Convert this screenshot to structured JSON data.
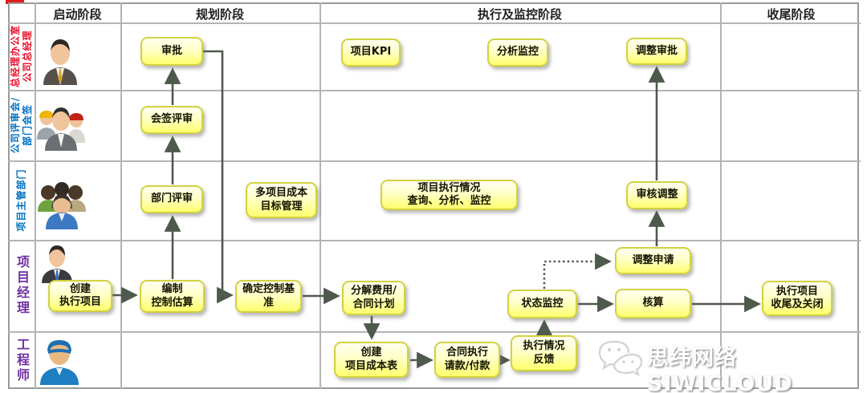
{
  "phases": [
    "启动阶段",
    "规划阶段",
    "执行及监控阶段",
    "收尾阶段"
  ],
  "roles": [
    {
      "label": "总经理办公室\n公司总经理",
      "color": "#e8112d"
    },
    {
      "label": "公司评审会/\n部门会签",
      "color": "#0070c0"
    },
    {
      "label": "项目主管部门",
      "color": "#0070c0"
    },
    {
      "label": "项目经理",
      "color": "#7030a0"
    },
    {
      "label": "工程师",
      "color": "#7030a0"
    }
  ],
  "nodes": {
    "approve": "审批",
    "project_kpi": "项目KPI",
    "analysis_monitor": "分析监控",
    "adjust_approve": "调整审批",
    "countersign_review": "会签评审",
    "dept_review": "部门评审",
    "multi_project_cost": "多项目成本\n目标管理",
    "exec_status_query": "项目执行情况\n查询、分析、监控",
    "review_adjust": "审核调整",
    "create_exec_project": "创建\n执行项目",
    "prepare_control_estimate": "编制\n控制估算",
    "confirm_control_baseline": "确定控制基准",
    "decompose_cost": "分解费用/\n合同计划",
    "status_monitor": "状态监控",
    "adjust_request": "调整申请",
    "accounting": "核算",
    "close_project": "执行项目\n收尾及关闭",
    "create_cost_table": "创建\n项目成本表",
    "contract_payment": "合同执行\n请款/付款",
    "exec_feedback": "执行情况\n反馈"
  },
  "watermark": {
    "text": "思纬网络SIWICLOUD"
  },
  "icons": [
    "manager-avatar-icon",
    "review-group-avatar-icon",
    "dept-group-avatar-icon",
    "project-manager-avatar-icon",
    "engineer-avatar-icon",
    "wechat-logo-icon"
  ],
  "colors": {
    "node_fill_top": "#ffffef",
    "node_fill_bottom": "#ffff6e",
    "node_border": "#d2d240",
    "arrow": "#4e5a4c",
    "grid": "#b4b4b4",
    "outer_border": "#9a9a9a",
    "role_red": "#e8112d",
    "role_blue": "#0070c0",
    "role_purple": "#7030a0"
  }
}
